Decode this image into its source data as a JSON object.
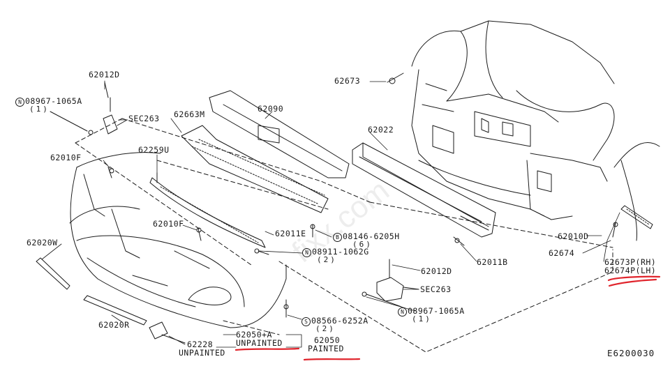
{
  "diagram_code": "E6200030",
  "watermark": "fixx.com",
  "labels": {
    "p62012D_top": "62012D",
    "p08967_top": "08967-1065A",
    "p08967_top_qty": "(1)",
    "pSEC263_top": "SEC263",
    "p62663M": "62663M",
    "p62090": "62090",
    "p62259U": "62259U",
    "p62010F_a": "62010F",
    "p62010F_b": "62010F",
    "p62011E": "62011E",
    "p08146": "08146-6205H",
    "p08146_qty": "(6)",
    "p08911": "08911-1062G",
    "p08911_qty": "(2)",
    "p62020W": "62020W",
    "p62020R": "62020R",
    "p62673_top": "62673",
    "p62022": "62022",
    "p62010D": "62010D",
    "p62674": "62674",
    "p62673P": "62673P(RH)",
    "p62674P": "62674P(LH)",
    "p62011B": "62011B",
    "p62012D_bot": "62012D",
    "pSEC263_bot": "SEC263",
    "p08967_bot": "08967-1065A",
    "p08967_bot_qty": "(1)",
    "p08566": "08566-6252A",
    "p08566_qty": "(2)",
    "p62050A": "62050+A",
    "p62050A_note": "UNPAINTED",
    "p62050": "62050",
    "p62050_note": "PAINTED",
    "p62228": "62228",
    "p62228_note": "UNPAINTED"
  },
  "symbols": {
    "n": "N",
    "b": "B",
    "s": "S"
  },
  "highlight_color": "#e0242c",
  "line_color": "#1a1a1a"
}
